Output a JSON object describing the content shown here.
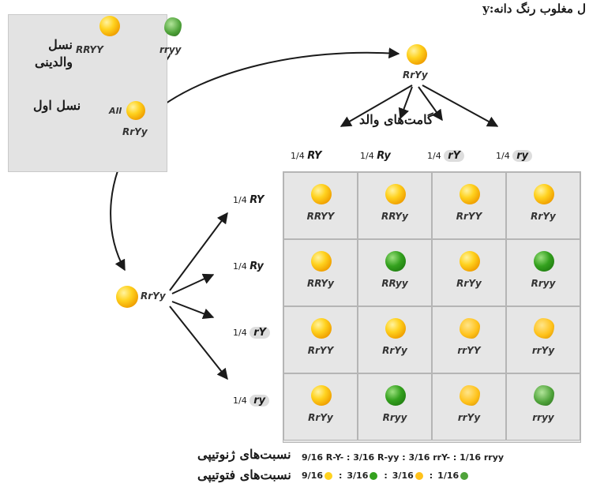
{
  "title": "ل مغلوب رنگ دانه:y",
  "parents": {
    "label": "نسل\nوالدینی",
    "left_genotype": "RRYY",
    "right_genotype": "rryy"
  },
  "f1": {
    "label": "نسل اول",
    "all": "All",
    "genotype": "RrYy"
  },
  "gamete_parent": {
    "genotype": "RrYy",
    "label": "گامت‌های والد"
  },
  "left_parent": {
    "genotype": "RrYy"
  },
  "column_headers": [
    {
      "fraction": "1/4",
      "gamete": "RY"
    },
    {
      "fraction": "1/4",
      "gamete": "Ry"
    },
    {
      "fraction": "1/4",
      "gamete": "rY"
    },
    {
      "fraction": "1/4",
      "gamete": "ry"
    }
  ],
  "row_headers": [
    {
      "fraction": "1/4",
      "gamete": "RY"
    },
    {
      "fraction": "1/4",
      "gamete": "Ry"
    },
    {
      "fraction": "1/4",
      "gamete": "rY"
    },
    {
      "fraction": "1/4",
      "gamete": "ry"
    }
  ],
  "cells": [
    [
      {
        "g": "RRYY",
        "seed": "yellow-round"
      },
      {
        "g": "RRYy",
        "seed": "yellow-round"
      },
      {
        "g": "RrYY",
        "seed": "yellow-round"
      },
      {
        "g": "RrYy",
        "seed": "yellow-round"
      }
    ],
    [
      {
        "g": "RRYy",
        "seed": "yellow-round"
      },
      {
        "g": "RRyy",
        "seed": "green-round"
      },
      {
        "g": "RrYy",
        "seed": "yellow-round"
      },
      {
        "g": "Rryy",
        "seed": "green-round"
      }
    ],
    [
      {
        "g": "RrYY",
        "seed": "yellow-round"
      },
      {
        "g": "RrYy",
        "seed": "yellow-round"
      },
      {
        "g": "rrYY",
        "seed": "yellow-wrinkled"
      },
      {
        "g": "rrYy",
        "seed": "yellow-wrinkled"
      }
    ],
    [
      {
        "g": "RrYy",
        "seed": "yellow-round"
      },
      {
        "g": "Rryy",
        "seed": "green-round"
      },
      {
        "g": "rrYy",
        "seed": "yellow-wrinkled"
      },
      {
        "g": "rryy",
        "seed": "green-wrinkled"
      }
    ]
  ],
  "genotype_ratio": {
    "label": "نسبت‌های ژنوتیپی",
    "text": "9/16 R-Y- : 3/16 R-yy : 3/16 rrY- : 1/16 rryy"
  },
  "phenotype_ratio": {
    "label": "نسبت‌های فتوتیپی",
    "items": [
      {
        "fraction": "9/16",
        "sep": "",
        "seed": "yellow-round"
      },
      {
        "fraction": "3/16",
        "sep": ":",
        "seed": "green-round"
      },
      {
        "fraction": "3/16",
        "sep": ":",
        "seed": "yellow-wrinkled"
      },
      {
        "fraction": "1/16",
        "sep": ":",
        "seed": "green-wrinkled"
      }
    ]
  },
  "colors": {
    "yellow": "#ffd21f",
    "green": "#34a11e",
    "panel": "#e3e3e3",
    "arrow": "#1a1a1a"
  }
}
